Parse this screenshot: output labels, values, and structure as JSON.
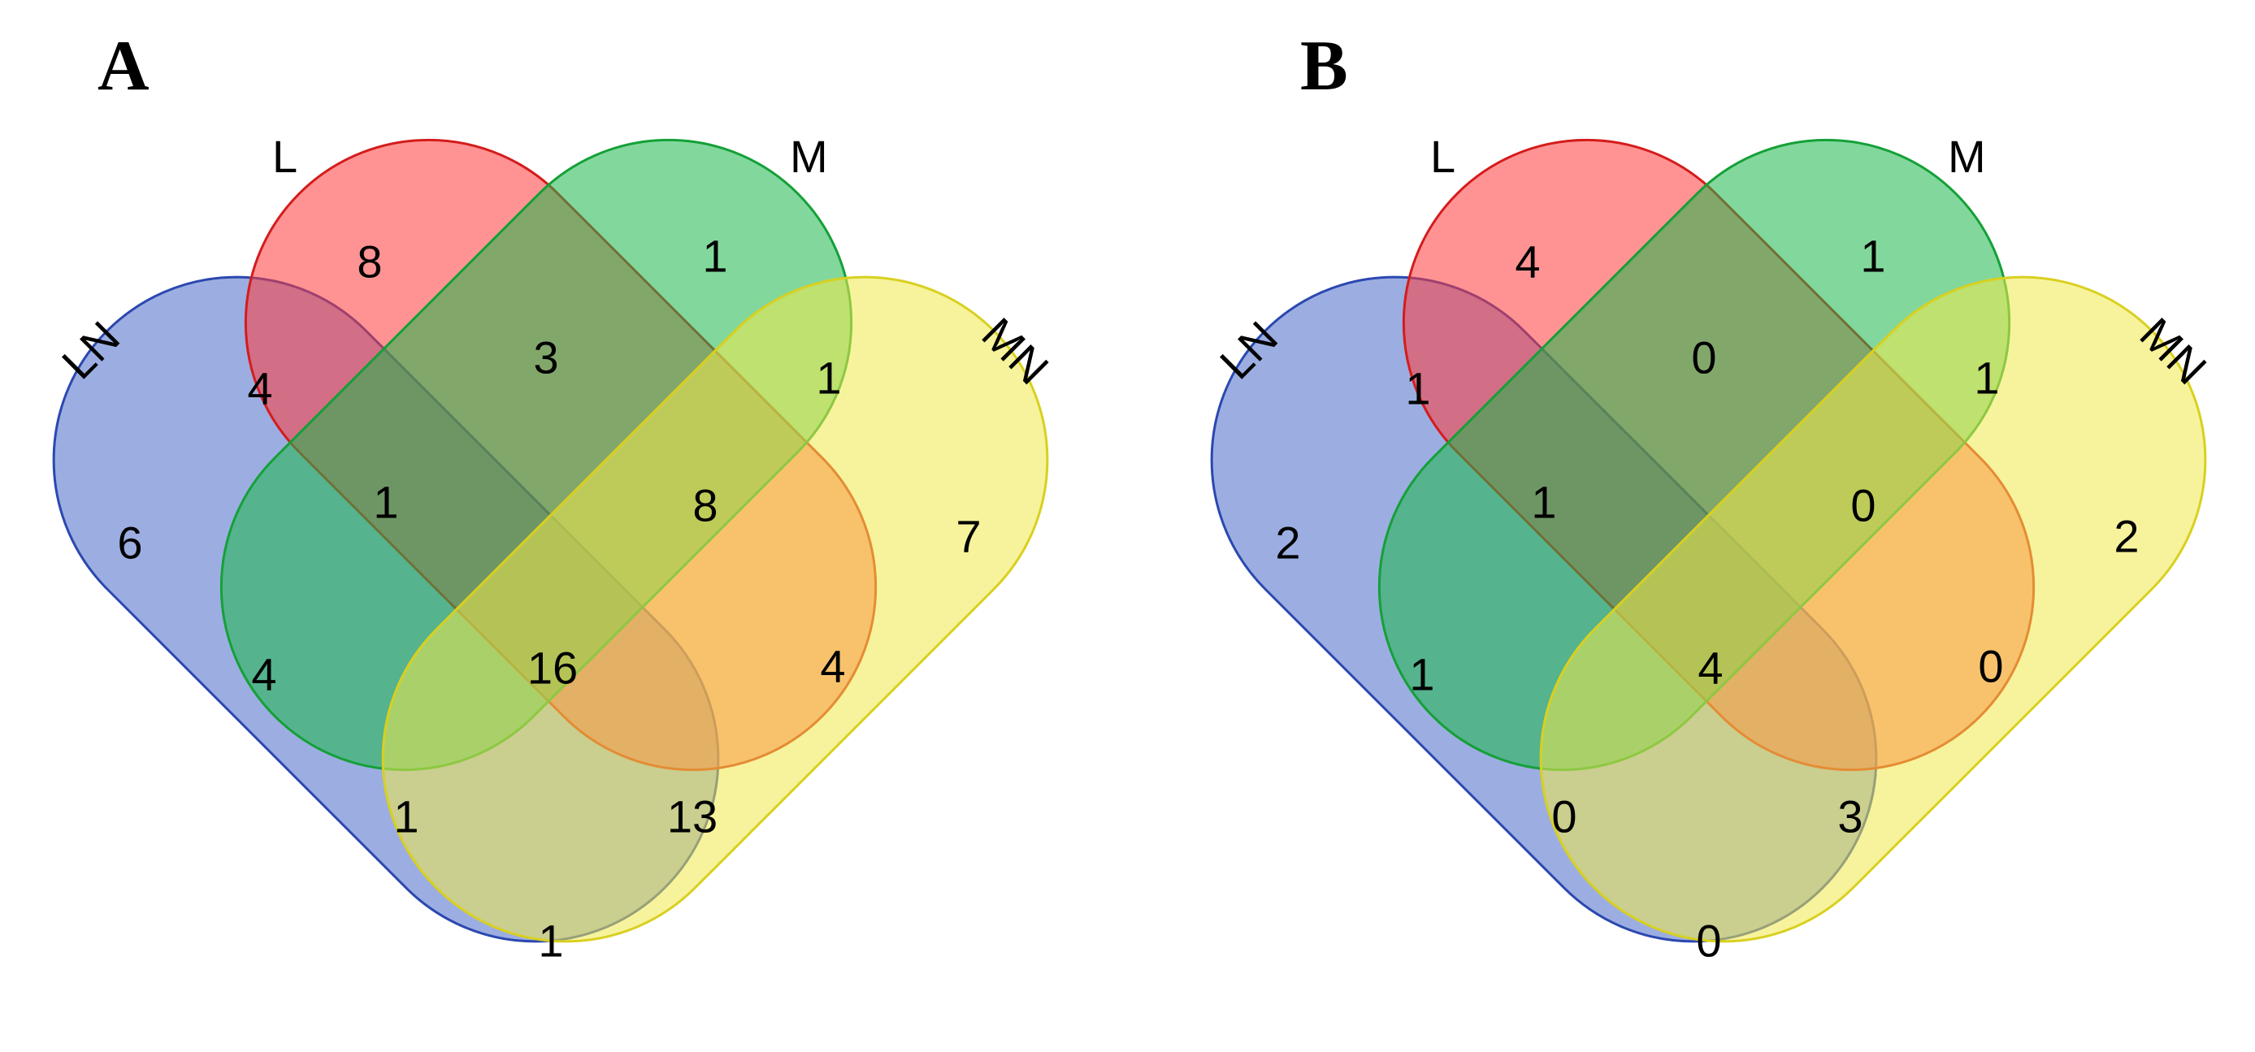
{
  "panels": [
    {
      "letter": "A",
      "sets": [
        "LN",
        "L",
        "M",
        "MN"
      ],
      "regions": {
        "L_only": "8",
        "M_only": "1",
        "LN_only": "6",
        "MN_only": "7",
        "L_LN": "4",
        "L_M": "3",
        "M_MN": "1",
        "L_M_LN": "1",
        "L_M_MN": "8",
        "LN_M": "4",
        "L_MN": "4",
        "all": "16",
        "LN_M_MN": "1",
        "L_LN_MN": "13",
        "LN_MN": "1"
      }
    },
    {
      "letter": "B",
      "sets": [
        "LN",
        "L",
        "M",
        "MN"
      ],
      "regions": {
        "L_only": "4",
        "M_only": "1",
        "LN_only": "2",
        "MN_only": "2",
        "L_LN": "1",
        "L_M": "0",
        "M_MN": "1",
        "L_M_LN": "1",
        "L_M_MN": "0",
        "LN_M": "1",
        "L_MN": "0",
        "all": "4",
        "LN_M_MN": "0",
        "L_LN_MN": "3",
        "LN_MN": "0"
      }
    }
  ],
  "colors": {
    "LN": "#4a6cc8",
    "L": "#ff3b3b",
    "M": "#1cb84a",
    "MN": "#f0ea4a"
  }
}
